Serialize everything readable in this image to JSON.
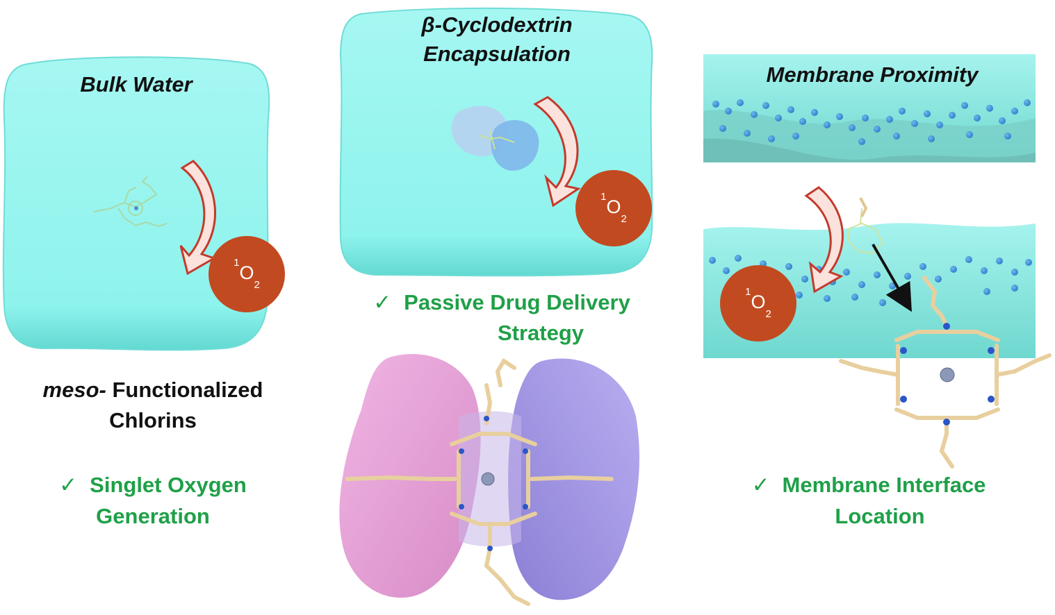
{
  "colors": {
    "water": "#8ef3ec",
    "water_edge": "#5cd6d0",
    "oxygen": "#c24a20",
    "arrow": "#d14a3c",
    "check_text": "#1fa048",
    "cd_pink": "#e7a3d6",
    "cd_purple": "#a79be0"
  },
  "panels": {
    "bulk_water": {
      "title": "Bulk Water",
      "molecule_label_italic": "meso-",
      "molecule_label_rest": " Functionalized",
      "molecule_label_line2": "Chlorins",
      "check_line1": "Singlet Oxygen",
      "check_line2": "Generation"
    },
    "cyclodextrin": {
      "title_line1": "β-Cyclodextrin",
      "title_line2": "Encapsulation",
      "check_line1": "Passive Drug Delivery",
      "check_line2": "Strategy"
    },
    "membrane": {
      "title": "Membrane Proximity",
      "check_line1": "Membrane Interface",
      "check_line2": "Location"
    }
  },
  "singlet_oxygen": {
    "superscript": "1",
    "symbol": "O",
    "subscript": "2"
  },
  "checkmark": "✓",
  "icons": {
    "check": "check-icon",
    "curved_arrow": "curved-arrow-icon",
    "oxygen": "singlet-oxygen-icon",
    "molecule": "porphyrin-molecule-icon"
  }
}
